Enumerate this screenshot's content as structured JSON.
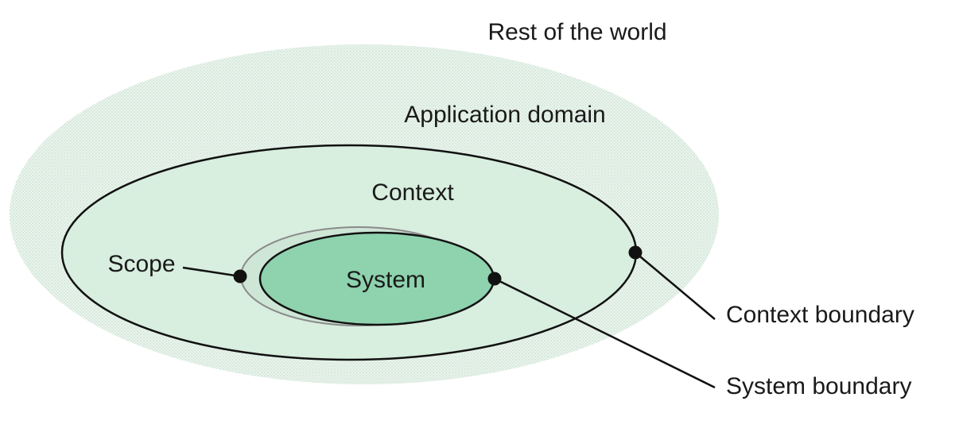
{
  "labels": {
    "rest_of_world": "Rest of the world",
    "application_domain": "Application domain",
    "context": "Context",
    "scope": "Scope",
    "system": "System",
    "context_boundary": "Context boundary",
    "system_boundary": "System boundary"
  },
  "colors": {
    "application_domain_fill": "#e6f2ea",
    "context_fill": "#d8eedf",
    "scope_fill": "#cde6d6",
    "system_fill": "#8ed2ae",
    "stroke": "#111111",
    "scope_stroke": "#8a8a8a"
  }
}
